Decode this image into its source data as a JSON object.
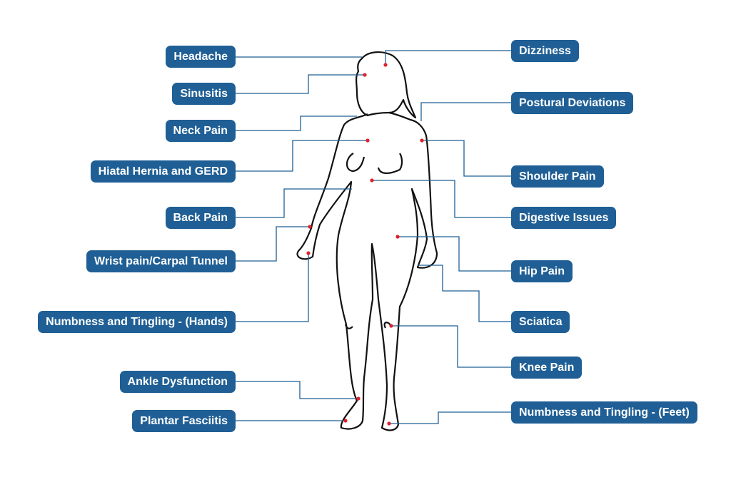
{
  "colors": {
    "label_bg": "#1f5f95",
    "connector": "#1f5f95",
    "marker": "#e0202a",
    "outline": "#111111"
  },
  "labels_left": [
    "Headache",
    "Sinusitis",
    "Neck Pain",
    "Hiatal Hernia and GERD",
    "Back Pain",
    "Wrist pain/Carpal Tunnel",
    "Numbness and Tingling - (Hands)",
    "Ankle Dysfunction",
    "Plantar Fasciitis"
  ],
  "labels_right": [
    "Dizziness",
    "Postural Deviations",
    "Shoulder Pain",
    "Digestive Issues",
    "Hip Pain",
    "Sciatica",
    "Knee Pain",
    "Numbness and Tingling - (Feet)"
  ]
}
